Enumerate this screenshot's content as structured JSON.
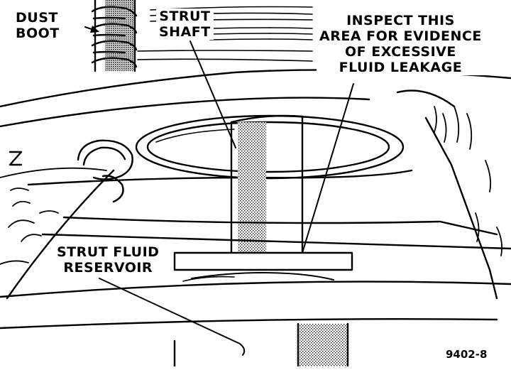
{
  "labels": {
    "dust_boot": [
      "DUST",
      "BOOT"
    ],
    "strut_shaft": [
      "STRUT",
      "SHAFT"
    ],
    "inspect": [
      "INSPECT THIS",
      "AREA FOR EVIDENCE",
      "OF EXCESSIVE",
      "FLUID LEAKAGE"
    ],
    "reservoir": [
      "STRUT FLUID",
      "RESERVOIR"
    ]
  },
  "figure_number": "9402-8",
  "colors": {
    "ink": "#000000",
    "paper": "#ffffff"
  }
}
